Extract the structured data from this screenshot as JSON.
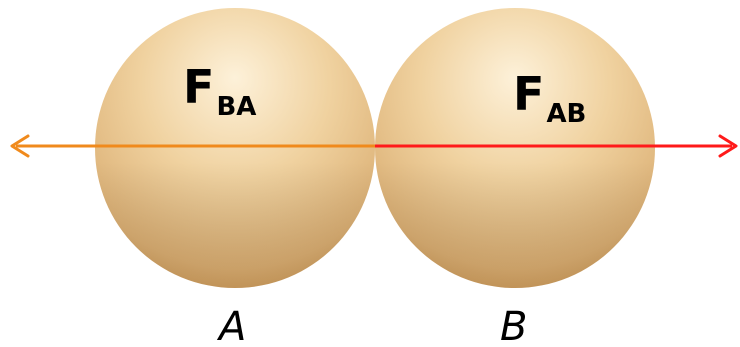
{
  "forces": {
    "ba": {
      "main": "F",
      "sub": "BA",
      "color": "#f08a1c"
    },
    "ab": {
      "main": "F",
      "sub": "AB",
      "color": "#ff1a1a"
    }
  },
  "balls": {
    "a": {
      "label": "A"
    },
    "b": {
      "label": "B"
    }
  },
  "colors": {
    "ball_light": "#fbe9c8",
    "ball_mid": "#ecc994",
    "ball_dark": "#d4a468"
  }
}
